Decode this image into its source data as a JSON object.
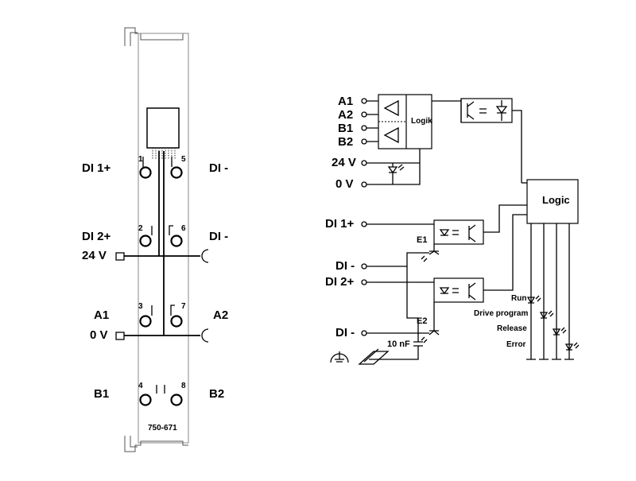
{
  "module": {
    "part_number": "750-671",
    "left_labels": [
      "DI 1+",
      "DI 2+",
      "24 V",
      "A1",
      "0 V",
      "B1"
    ],
    "right_labels": [
      "DI -",
      "DI -",
      "A2",
      "B2"
    ],
    "pin_numbers": [
      "1",
      "2",
      "3",
      "4",
      "5",
      "6",
      "7",
      "8"
    ]
  },
  "schematic": {
    "inputs_top": [
      "A1",
      "A2",
      "B1",
      "B2"
    ],
    "power": [
      "24 V",
      "0 V"
    ],
    "logik_label": "Logik",
    "logic_label": "Logic",
    "inputs_bottom": [
      "DI 1+",
      "DI -",
      "DI 2+",
      "DI -"
    ],
    "emitters": [
      "E1",
      "E2"
    ],
    "capacitor": "10 nF",
    "status_leds": [
      "Run",
      "Drive program",
      "Release",
      "Error"
    ]
  }
}
